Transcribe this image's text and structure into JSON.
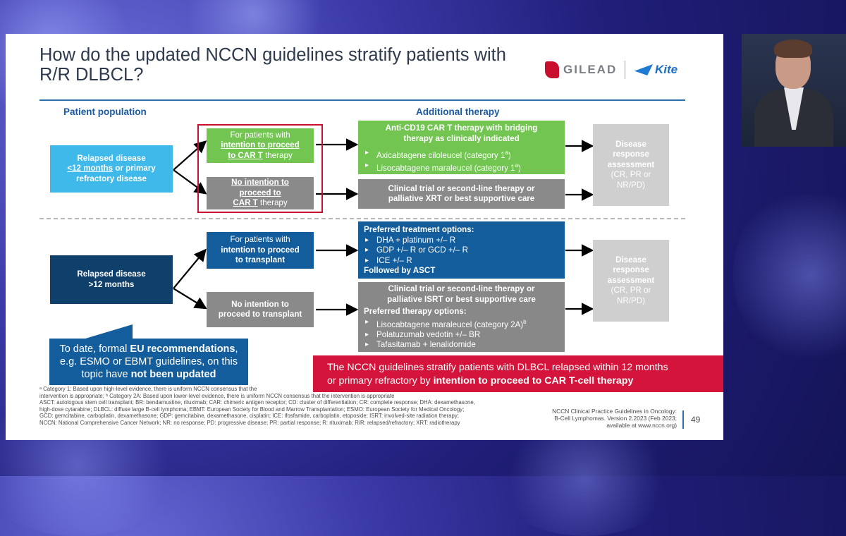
{
  "slide": {
    "title": "How do the updated NCCN guidelines stratify patients with R/R DLBCL?",
    "logos": {
      "gilead": "GILEAD",
      "kite": "Kite"
    },
    "headers": {
      "population": "Patient population",
      "therapy": "Additional therapy"
    },
    "top": {
      "population": {
        "line1": "Relapsed disease",
        "line2_u": "<12 months",
        "line2_rest": " or primary",
        "line3": "refractory disease"
      },
      "intent": {
        "line1": "For patients with",
        "u1": "intention to proceed",
        "u2": "to CAR T",
        "rest": " therapy"
      },
      "no_intent": {
        "u1": "No intention to",
        "u2": "proceed to",
        "u3": "CAR T",
        "rest": " therapy"
      },
      "cart": {
        "heading": "Anti-CD19 CAR T therapy with bridging therapy as clinically indicated",
        "items": [
          {
            "text": "Axicabtagene ciloleucel (category 1",
            "sup": "a",
            "close": ")"
          },
          {
            "text": "Lisocabtagene maraleucel (category 1",
            "sup": "a",
            "close": ")"
          }
        ]
      },
      "trial": "Clinical trial or second-line therapy or palliative XRT or best supportive care",
      "assessment": {
        "l1": "Disease",
        "l2": "response",
        "l3": "assessment",
        "l4": "(CR, PR or",
        "l5": "NR/PD)"
      }
    },
    "bottom": {
      "population": {
        "line1": "Relapsed disease",
        "line2": ">12 months"
      },
      "intent": {
        "line1": "For patients with",
        "line2": "intention to proceed",
        "line3": "to transplant"
      },
      "no_intent": {
        "line1": "No intention to",
        "line2": "proceed to transplant"
      },
      "preferred": {
        "heading": "Preferred treatment options:",
        "items": [
          "DHA + platinum +/– R",
          "GDP +/– R or GCD +/– R",
          "ICE +/– R"
        ],
        "footer": "Followed by ASCT"
      },
      "trial": {
        "heading": "Clinical trial or second-line therapy or palliative ISRT or best supportive care",
        "sub": "Preferred therapy options:",
        "items": [
          {
            "text": "Lisocabtagene maraleucel (category 2A)",
            "sup": "b"
          },
          {
            "text": "Polatuzumab vedotin +/–  BR",
            "sup": ""
          },
          {
            "text": "Tafasitamab + lenalidomide",
            "sup": ""
          }
        ]
      },
      "assessment": {
        "l1": "Disease",
        "l2": "response",
        "l3": "assessment",
        "l4": "(CR, PR or",
        "l5": "NR/PD)"
      }
    },
    "callout": {
      "p1": "To date, formal ",
      "b1": "EU recommendations",
      "p2": ",",
      "line2": "e.g. ESMO or EBMT guidelines, on this",
      "p3": "topic have ",
      "b2": "not been updated"
    },
    "conclusion": {
      "p1": "The NCCN guidelines stratify patients with DLBCL relapsed within 12 months",
      "p2": "or primary refractory by ",
      "b1": "intention to proceed to CAR T-cell therapy"
    },
    "footnotes": [
      "ᵃ Category 1: Based upon high-level evidence, there is uniform NCCN consensus that the",
      "intervention is appropriate; ᵇ Category 2A: Based upon lower-level evidence, there is uniform NCCN consensus that the intervention is appropriate",
      "ASCT: autologous stem cell transplant; BR: bendamustine, rituximab; CAR: chimeric antigen receptor; CD: cluster of differentiation; CR: complete response; DHA: dexamethasone,",
      "high-dose cytarabine; DLBCL: diffuse large B-cell lymphoma; EBMT: European Society for Blood and Marrow Transplantation; ESMO: European Society for Medical Oncology;",
      "GCD: gemcitabine, carboplatin, dexamethasone; GDP: gemcitabine, dexamethasone, cisplatin; ICE: ifosfamide, carboplatin, etoposide; ISRT: involved-site radiation therapy;",
      "NCCN: National Comprehensive Cancer Network; NR: no response; PD: progressive disease; PR: partial response; R: rituximab; R/R: relapsed/refractory; XRT: radiotherapy"
    ],
    "reference": [
      "NCCN Clinical Practice Guidelines in Oncology:",
      "B-Cell Lymphomas. Version 2.2023 (Feb 2023;",
      "available at www.nccn.org)"
    ],
    "page_number": "49"
  }
}
